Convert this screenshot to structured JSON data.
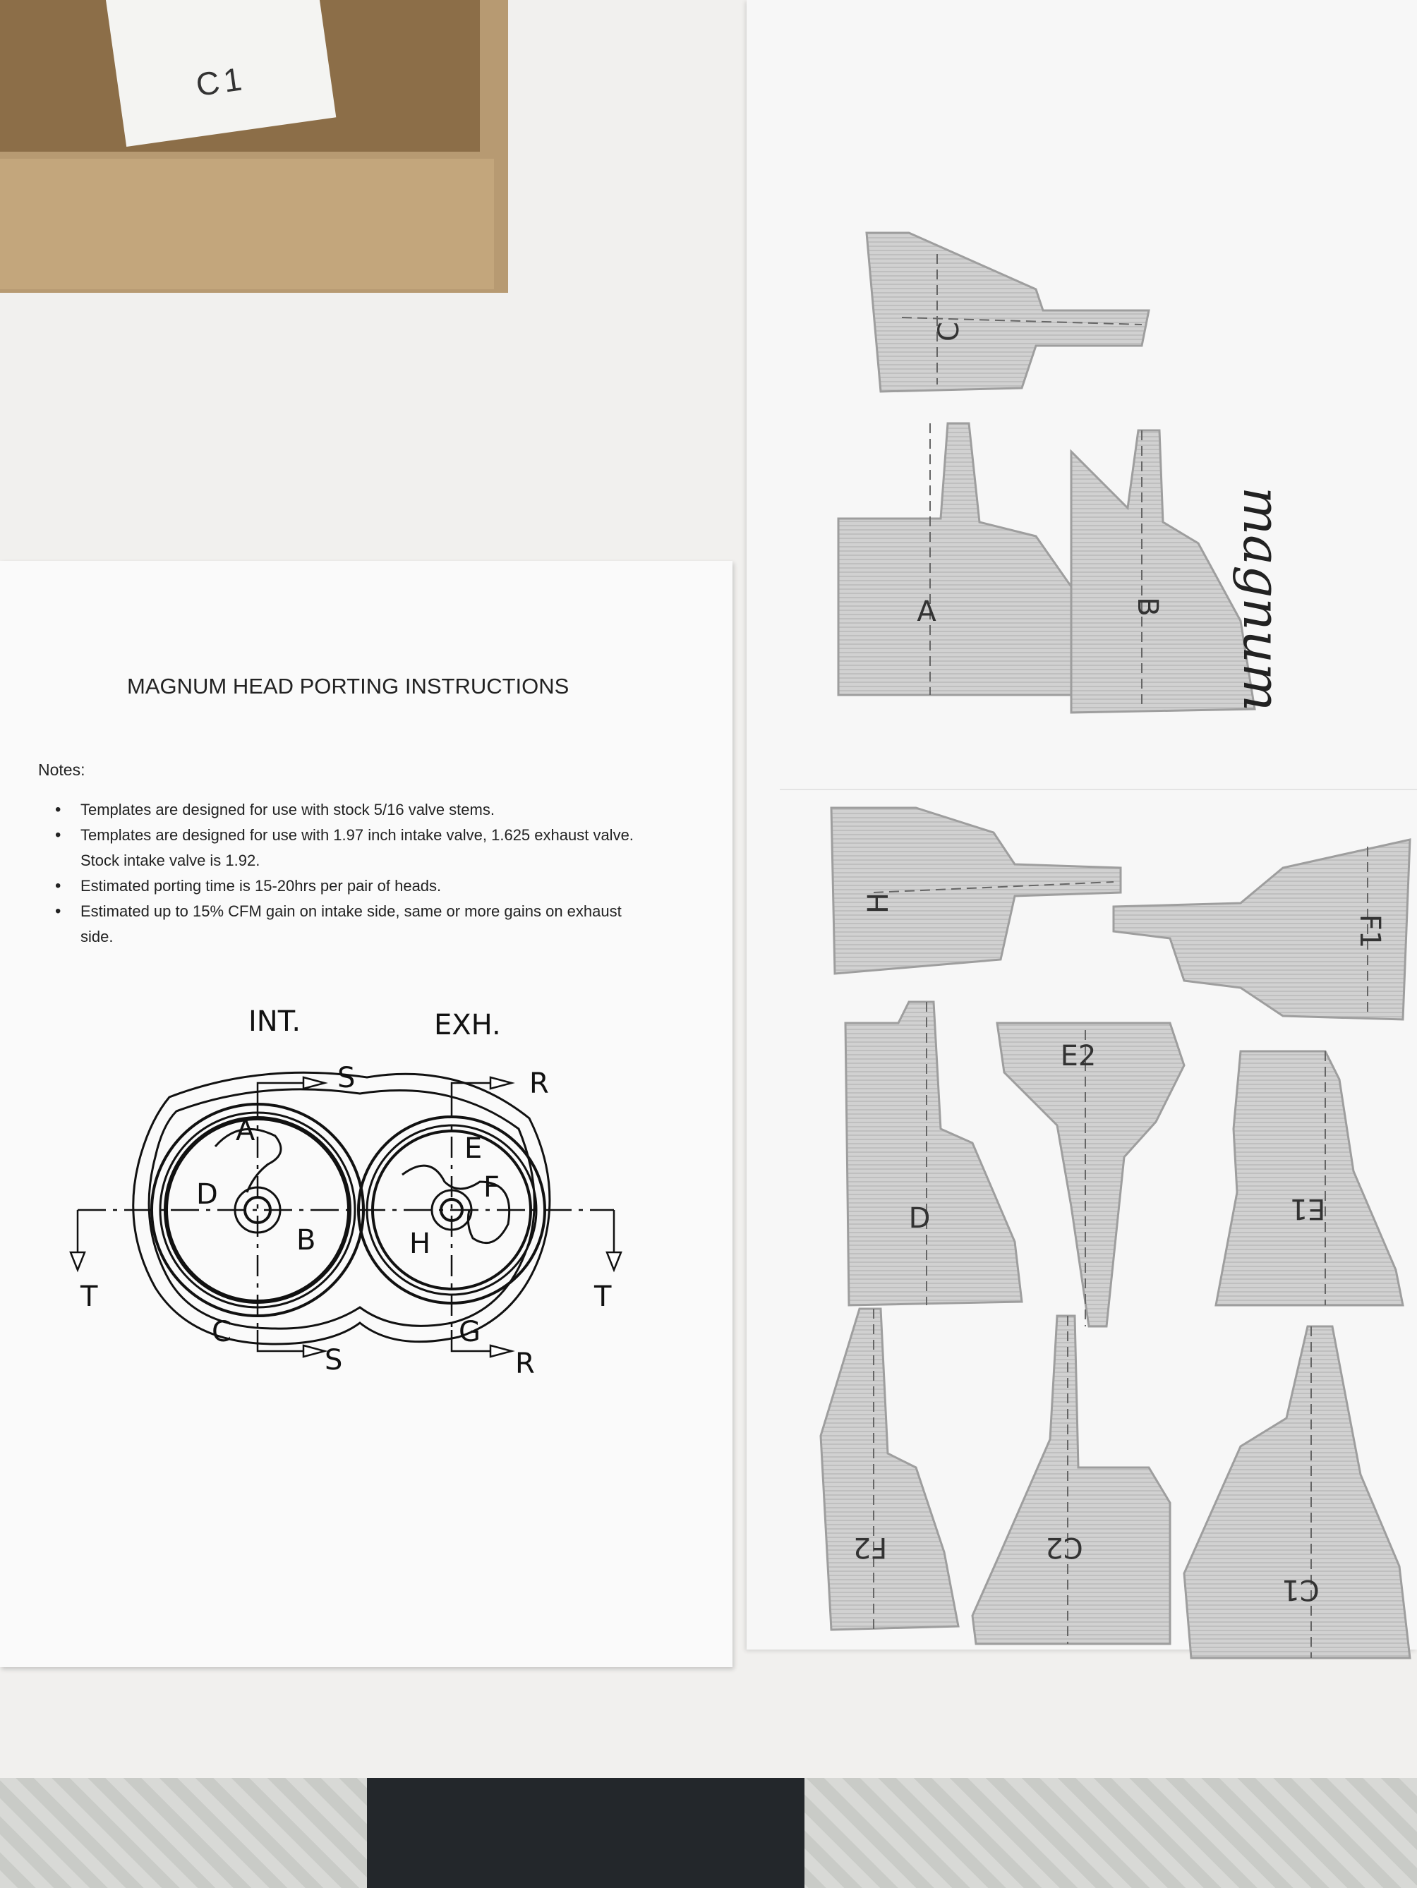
{
  "scene": {
    "description_free": true,
    "colors": {
      "cardboard": "#b79a72",
      "paper": "#fafafa",
      "template_plastic": "#c9c9c9",
      "ink": "#222222"
    }
  },
  "box_paper": {
    "label": "C1"
  },
  "instructions": {
    "title": "MAGNUM HEAD PORTING INSTRUCTIONS",
    "notes_label": "Notes:",
    "notes": [
      "Templates are designed for use with stock 5/16 valve stems.",
      "Templates are designed for use with 1.97 inch intake valve, 1.625 exhaust valve. Stock intake valve is 1.92.",
      "Estimated porting time is 15-20hrs per pair of heads.",
      "Estimated up to 15% CFM gain on intake side, same or more gains on exhaust side."
    ],
    "diagram": {
      "int_label": "INT.",
      "exh_label": "EXH.",
      "labels": {
        "A": "A",
        "B": "B",
        "C": "C",
        "D": "D",
        "E": "E",
        "F": "F",
        "G": "G",
        "H": "H",
        "S_top": "S",
        "S_bottom": "S",
        "R_top": "R",
        "R_bottom": "R",
        "T_left": "T",
        "T_right": "T"
      }
    }
  },
  "templates": {
    "items": [
      {
        "id": "C",
        "letter": "C"
      },
      {
        "id": "A",
        "letter": "A"
      },
      {
        "id": "B",
        "letter": "B"
      },
      {
        "id": "H",
        "letter": "H"
      },
      {
        "id": "F1",
        "letter": "F1"
      },
      {
        "id": "D",
        "letter": "D"
      },
      {
        "id": "E2",
        "letter": "E2"
      },
      {
        "id": "E1",
        "letter": "E1"
      },
      {
        "id": "F2",
        "letter": "F2"
      },
      {
        "id": "C2",
        "letter": "C2"
      },
      {
        "id": "C1",
        "letter": "C1"
      }
    ]
  },
  "signature": {
    "text": "magnum"
  }
}
